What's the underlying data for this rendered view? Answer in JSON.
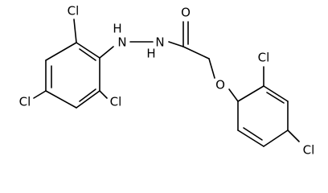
{
  "molecule": {
    "atoms": {
      "cl_ortho_top": "Cl",
      "cl_para_left": "Cl",
      "cl_ortho_bottom": "Cl",
      "nh_aryl": "H",
      "n_aryl": "N",
      "nh_acyl": "H",
      "n_acyl": "N",
      "o_carbonyl": "O",
      "o_ether": "O",
      "cl_ortho_right": "Cl",
      "cl_para_right": "Cl"
    }
  }
}
